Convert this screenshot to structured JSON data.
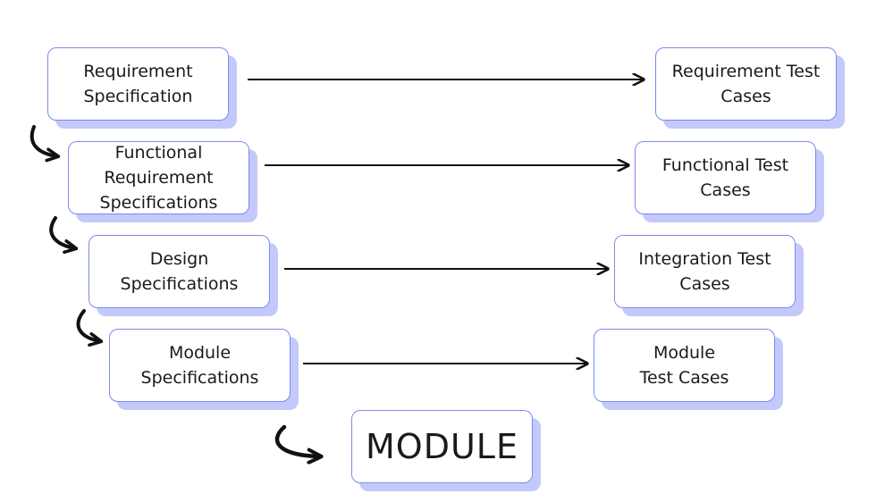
{
  "left_stages": [
    {
      "id": "requirement-specification",
      "label": "Requirement\nSpecification"
    },
    {
      "id": "functional-requirement-specifications",
      "label": "Functional\nRequirement\nSpecifications"
    },
    {
      "id": "design-specifications",
      "label": "Design\nSpecifications"
    },
    {
      "id": "module-specifications",
      "label": "Module\nSpecifications"
    }
  ],
  "right_stages": [
    {
      "id": "requirement-test-cases",
      "label": "Requirement Test\nCases"
    },
    {
      "id": "functional-test-cases",
      "label": "Functional Test\nCases"
    },
    {
      "id": "integration-test-cases",
      "label": "Integration Test\nCases"
    },
    {
      "id": "module-test-cases",
      "label": "Module\nTest Cases"
    }
  ],
  "bottom": {
    "label": "MODULE"
  },
  "colors": {
    "box_border": "#7a8bf0",
    "box_shadow": "#c4c9fb",
    "arrow": "#111111"
  }
}
